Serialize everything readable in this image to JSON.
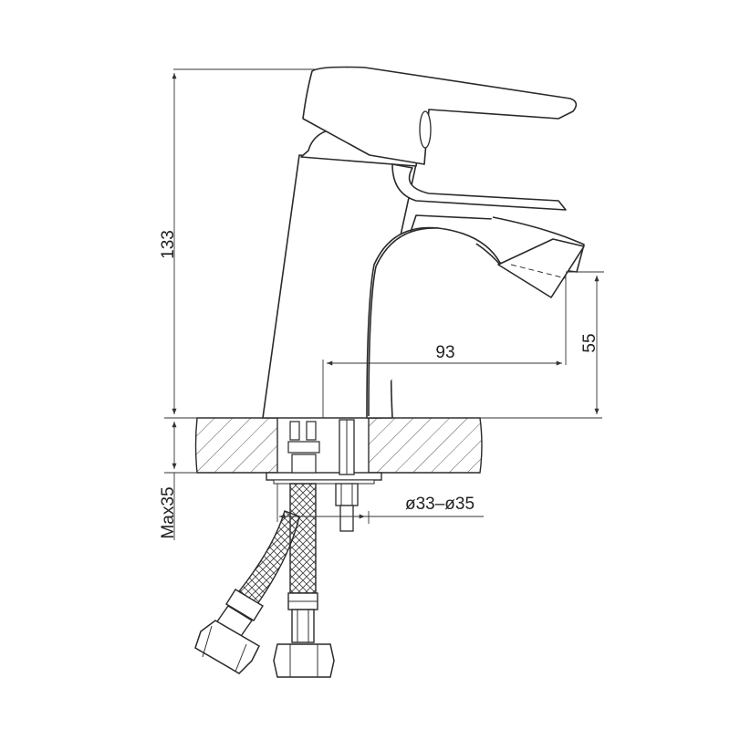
{
  "dimensions": {
    "height": "133",
    "reach": "93",
    "spout_height": "55",
    "max_thickness": "Max35",
    "hole_diameter": "ø33–ø35"
  }
}
